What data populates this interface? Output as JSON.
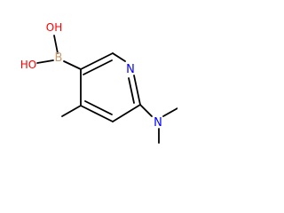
{
  "molecule": {
    "atom_labels": {
      "oh_top": "OH",
      "boron": "B",
      "oh_left": "HO",
      "nitrogen_ring": "N",
      "nitrogen_amine": "N"
    }
  },
  "colors": {
    "bond": "#000000",
    "oxygen": "#ff0000",
    "boron": "#cd9a6a",
    "nitrogen": "#0000ff"
  }
}
